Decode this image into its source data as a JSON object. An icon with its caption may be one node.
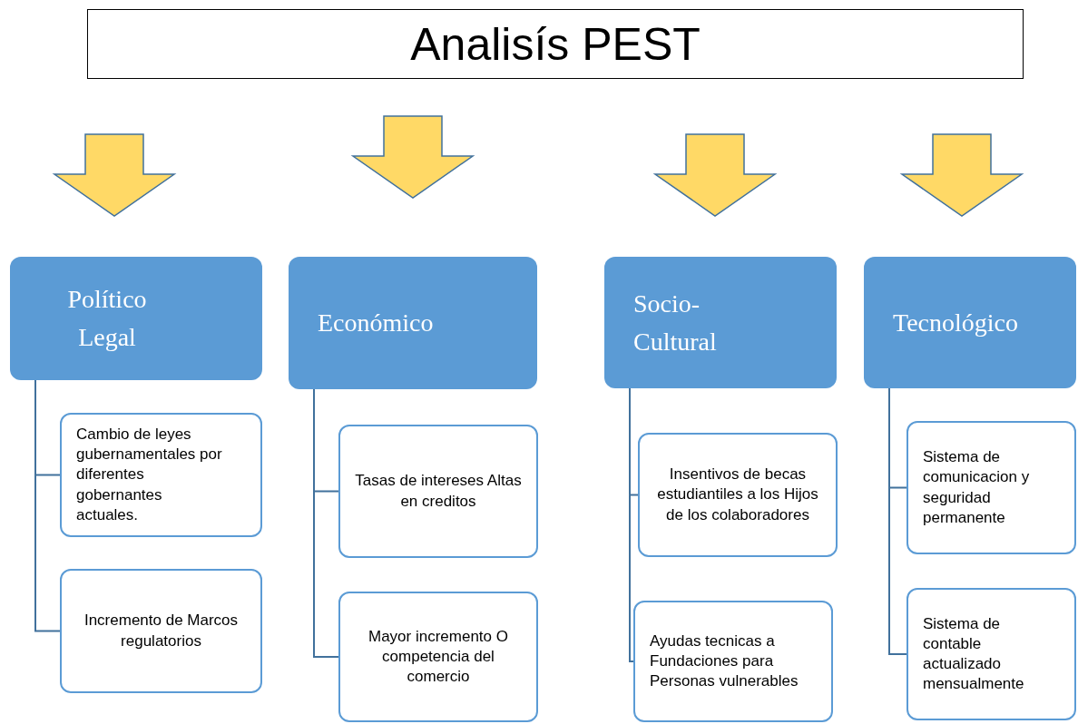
{
  "diagram": {
    "title": "Analisís PEST",
    "nodes": [
      {
        "text": [
          "Político Legal"
        ]
      },
      {
        "text": [
          "Cambio de leyes gubernamentales por diferentes gobernantes actuales."
        ]
      },
      {
        "text": [
          "Incremento de Marcos regulatorios"
        ]
      },
      {
        "text": [
          "Económico"
        ]
      },
      {
        "text": [
          "Tasas de intereses Altas en creditos"
        ]
      },
      {
        "text": [
          "Mayor incremento O competencia del comercio"
        ]
      },
      {
        "text": [
          "Socio- Cultural"
        ]
      },
      {
        "text": [
          "Insentivos de becas estudiantiles a los Hijos de los colaboradores"
        ]
      },
      {
        "text": [
          "Ayudas tecnicas a Fundaciones para Personas vulnerables"
        ]
      },
      {
        "text": [
          "Tecnológico"
        ]
      },
      {
        "text": [
          "Sistema de comunicacion y seguridad permanente"
        ]
      },
      {
        "text": [
          "Sistema de contable actualizado mensualmente"
        ]
      }
    ],
    "edges": [
      {
        "from": 0,
        "to": 1,
        "arrow": "none"
      },
      {
        "from": 0,
        "to": 2,
        "arrow": "none"
      },
      {
        "from": 3,
        "to": 4,
        "arrow": "none"
      },
      {
        "from": 3,
        "to": 5,
        "arrow": "none"
      },
      {
        "from": 6,
        "to": 7,
        "arrow": "none"
      },
      {
        "from": 6,
        "to": 8,
        "arrow": "none"
      },
      {
        "from": 9,
        "to": 10,
        "arrow": "none"
      },
      {
        "from": 9,
        "to": 11,
        "arrow": "none"
      }
    ]
  }
}
